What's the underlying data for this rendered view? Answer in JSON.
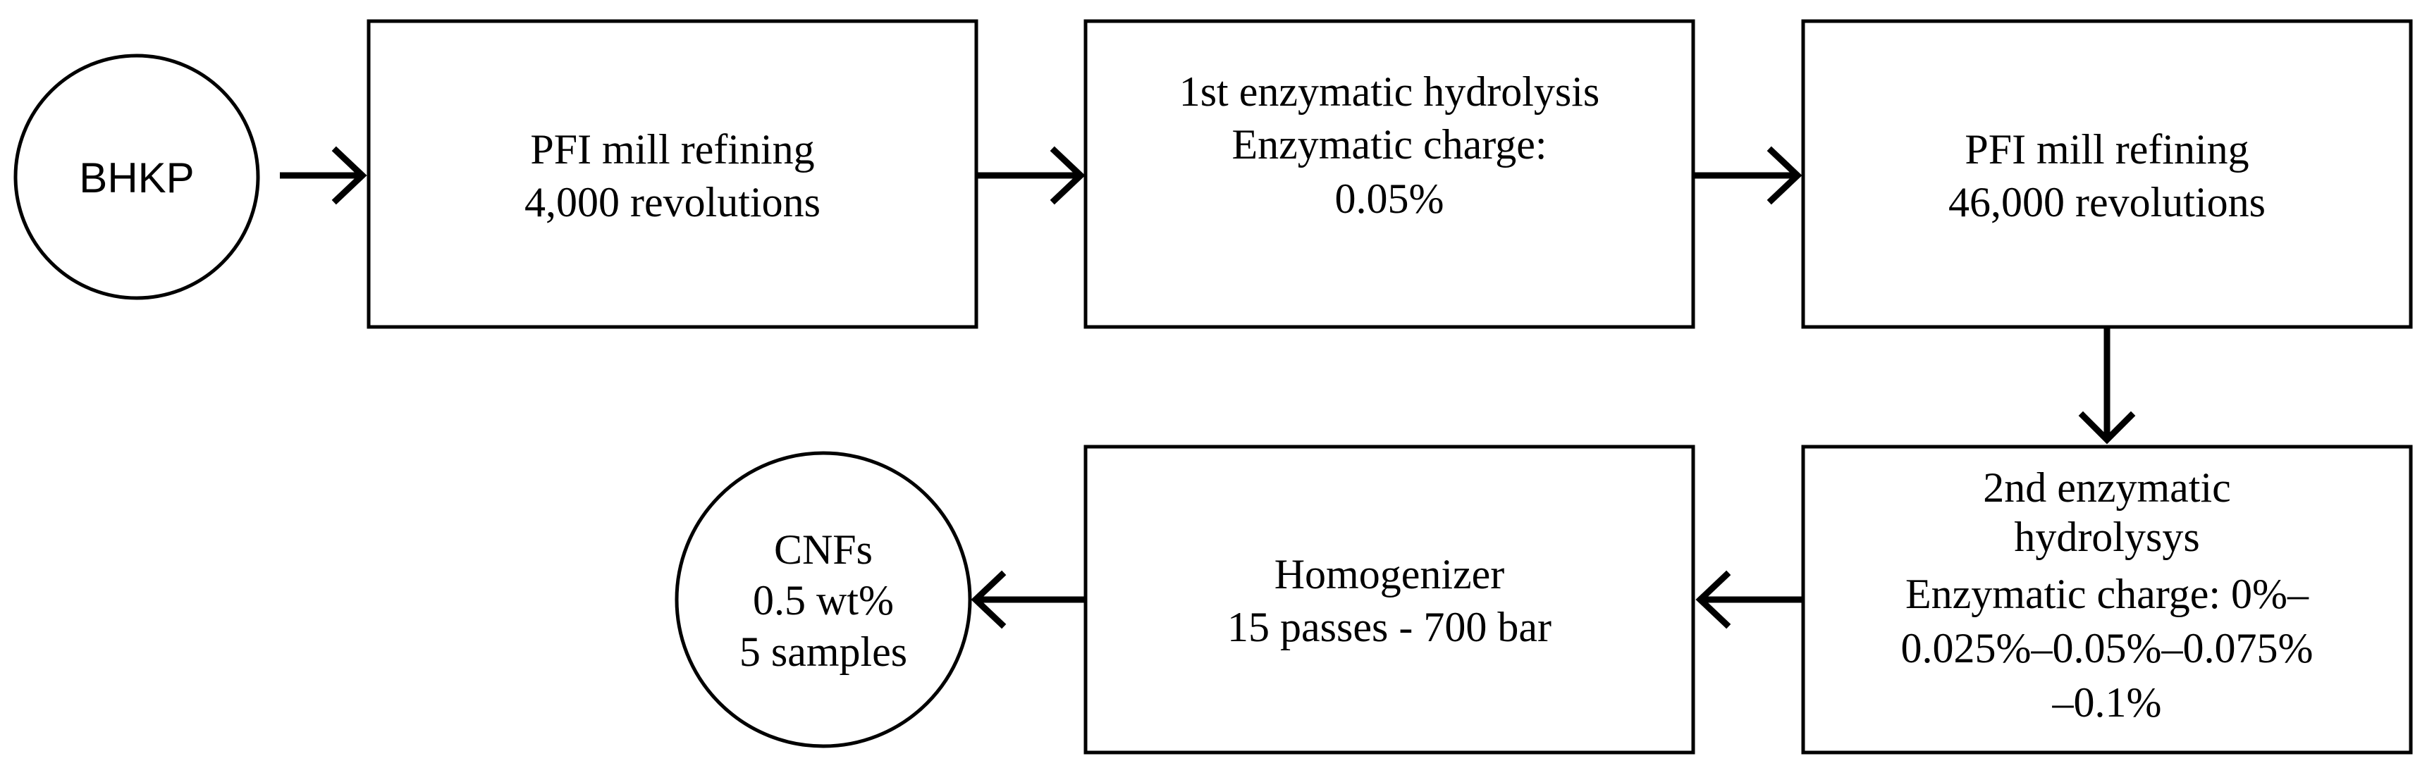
{
  "diagram": {
    "start": {
      "label": "BHKP"
    },
    "step1": {
      "lines": [
        "PFI mill refining",
        "4,000 revolutions"
      ]
    },
    "step2": {
      "lines": [
        "1st enzymatic hydrolysis",
        "Enzymatic charge:",
        "0.05%"
      ]
    },
    "step3": {
      "lines": [
        "PFI mill refining",
        "46,000 revolutions"
      ]
    },
    "step4": {
      "lines": [
        "2nd enzymatic",
        "hydrolysys",
        "Enzymatic charge: 0%–",
        "0.025%–0.05%–0.075%",
        "–0.1%"
      ]
    },
    "step5": {
      "lines": [
        "Homogenizer",
        "15 passes - 700 bar"
      ]
    },
    "end": {
      "lines": [
        "CNFs",
        "0.5 wt%",
        "5 samples"
      ]
    }
  }
}
